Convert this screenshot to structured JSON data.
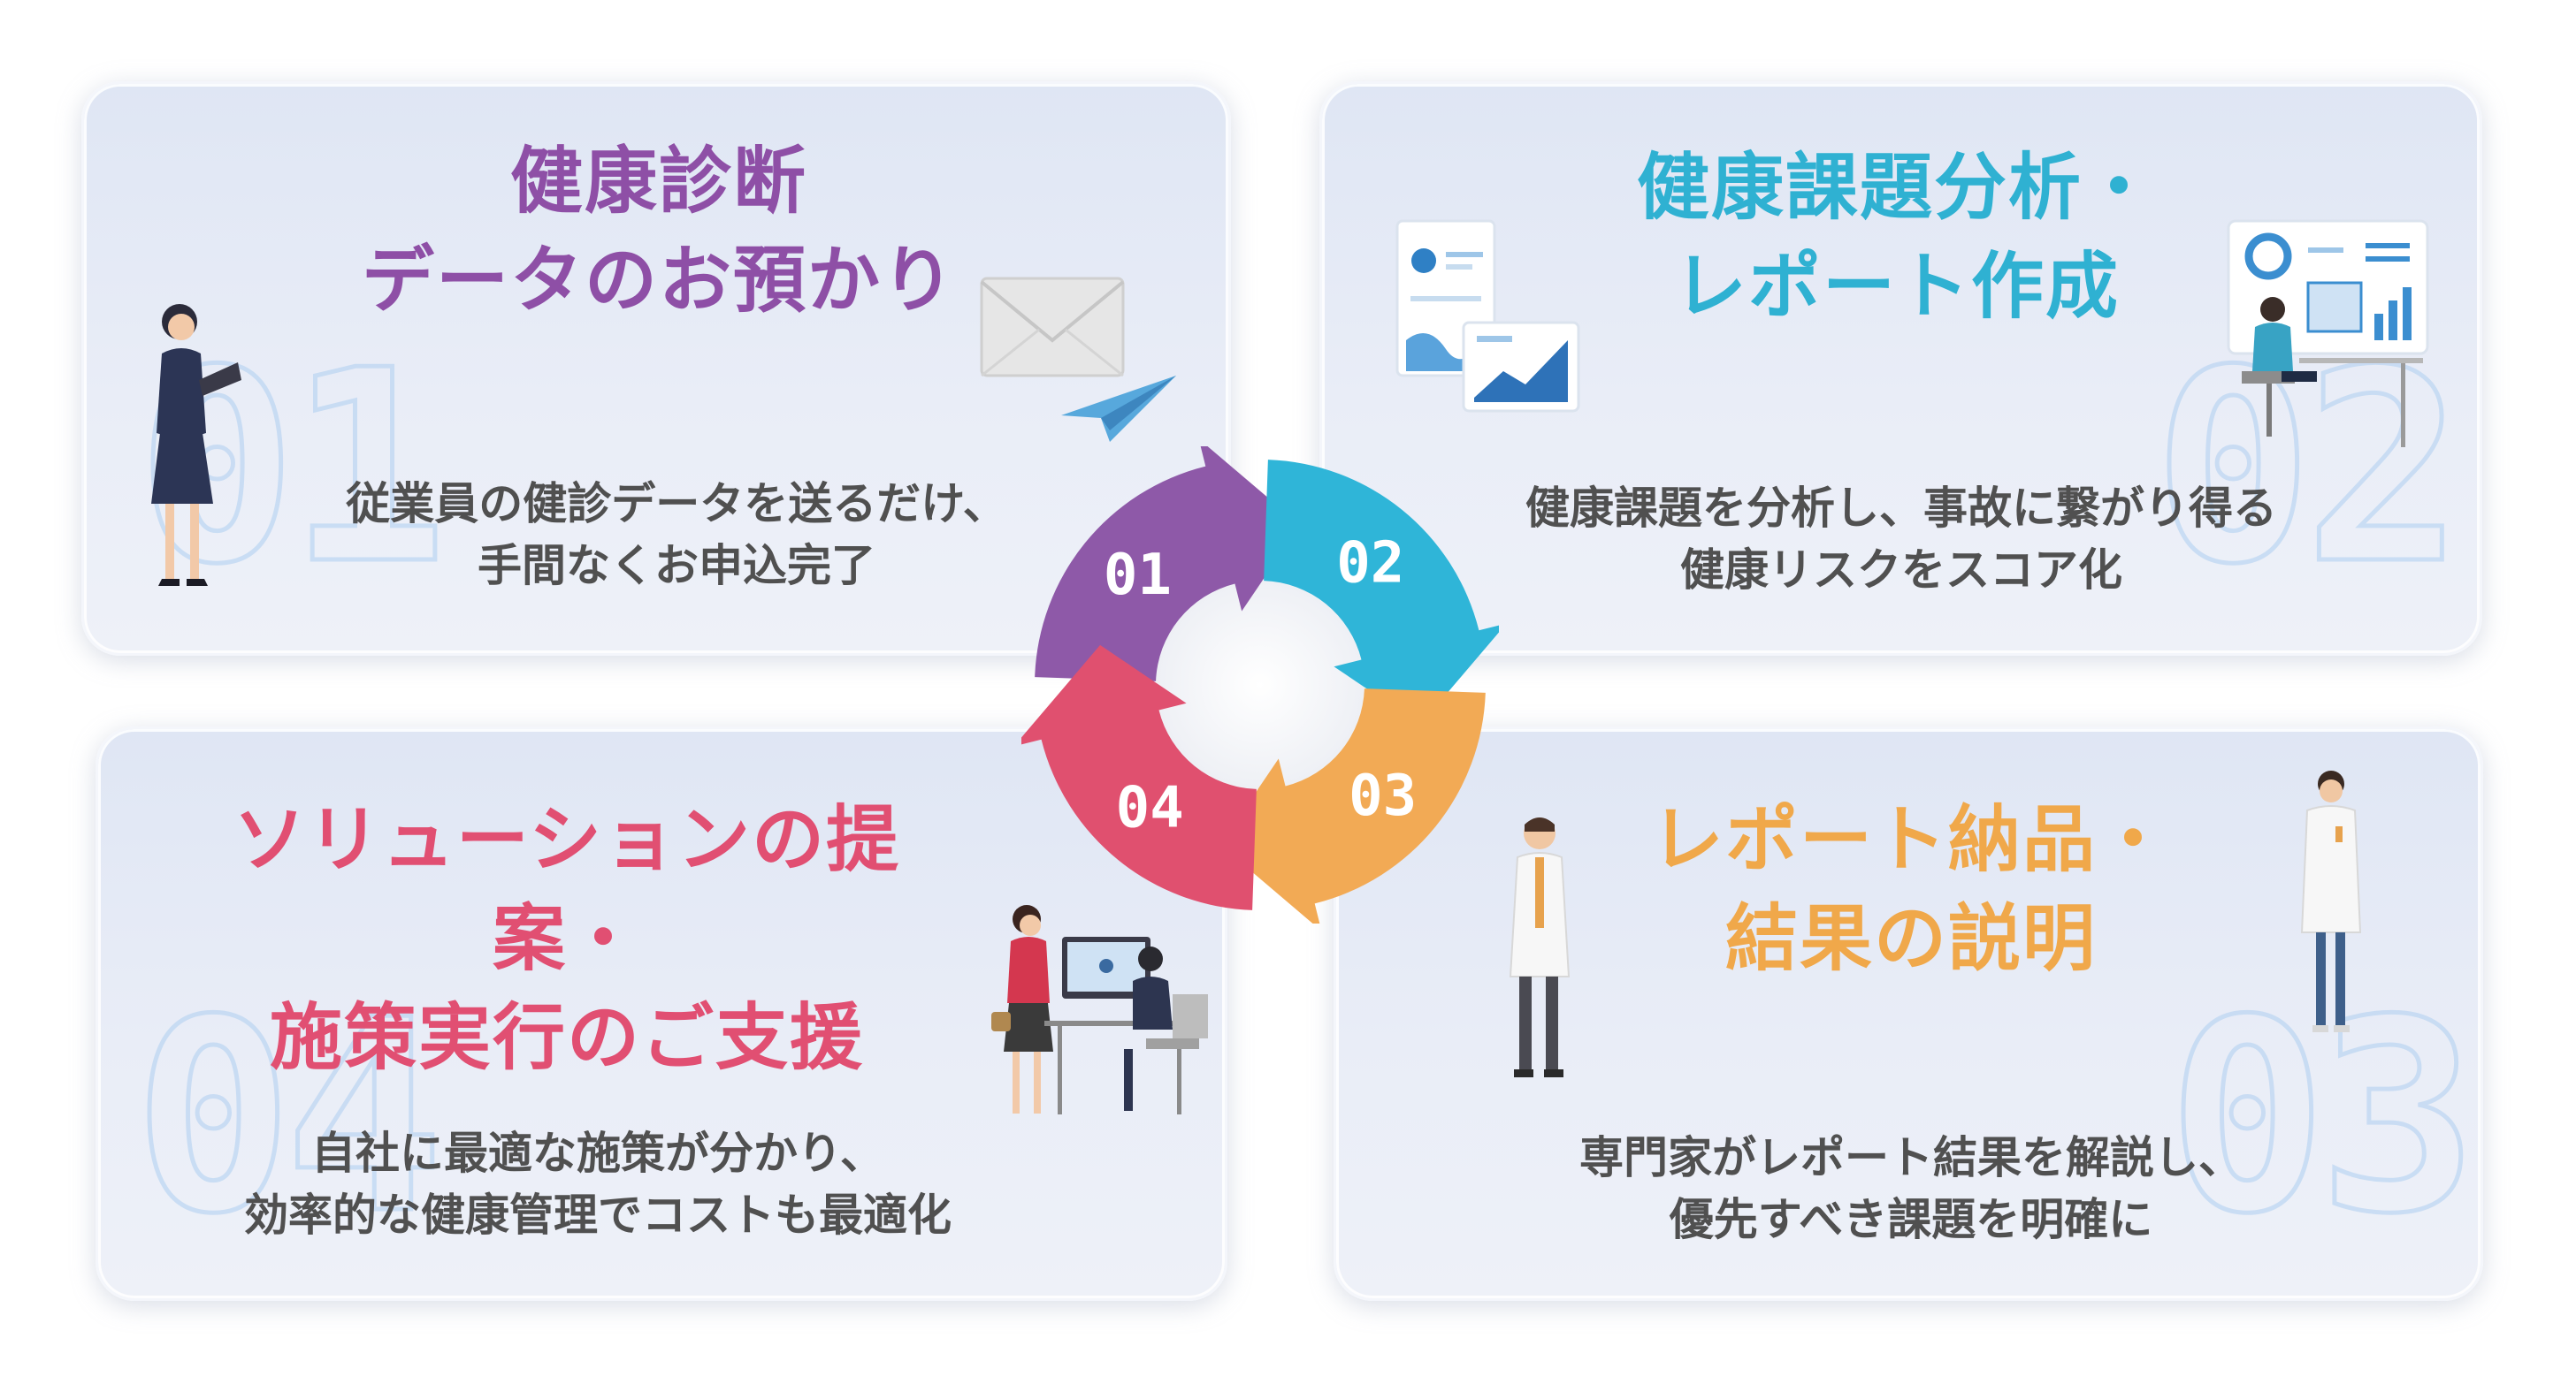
{
  "cards": [
    {
      "number": "01",
      "title_lines": [
        "健康診断",
        "データのお預かり"
      ],
      "description_lines": [
        "従業員の健診データを送るだけ、",
        "手間なくお申込完了"
      ],
      "color": "#8e4fa6"
    },
    {
      "number": "02",
      "title_lines": [
        "健康課題分析・",
        "レポート作成"
      ],
      "description_lines": [
        "健康課題を分析し、事故に繋がり得る",
        "健康リスクをスコア化"
      ],
      "color": "#2fb1d2"
    },
    {
      "number": "03",
      "title_lines": [
        "レポート納品・",
        "結果の説明"
      ],
      "description_lines": [
        "専門家がレポート結果を解説し、",
        "優先すべき課題を明確に"
      ],
      "color": "#f0a84a"
    },
    {
      "number": "04",
      "title_lines": [
        "ソリューションの提案・",
        "施策実行のご支援"
      ],
      "description_lines": [
        "自社に最適な施策が分かり、",
        "効率的な健康管理でコストも最適化"
      ],
      "color": "#e14f72"
    }
  ],
  "cycle": {
    "segments": [
      {
        "label": "01",
        "color": "#8e59a8"
      },
      {
        "label": "02",
        "color": "#2fb5d8"
      },
      {
        "label": "03",
        "color": "#f2aa55"
      },
      {
        "label": "04",
        "color": "#e0506f"
      }
    ]
  }
}
